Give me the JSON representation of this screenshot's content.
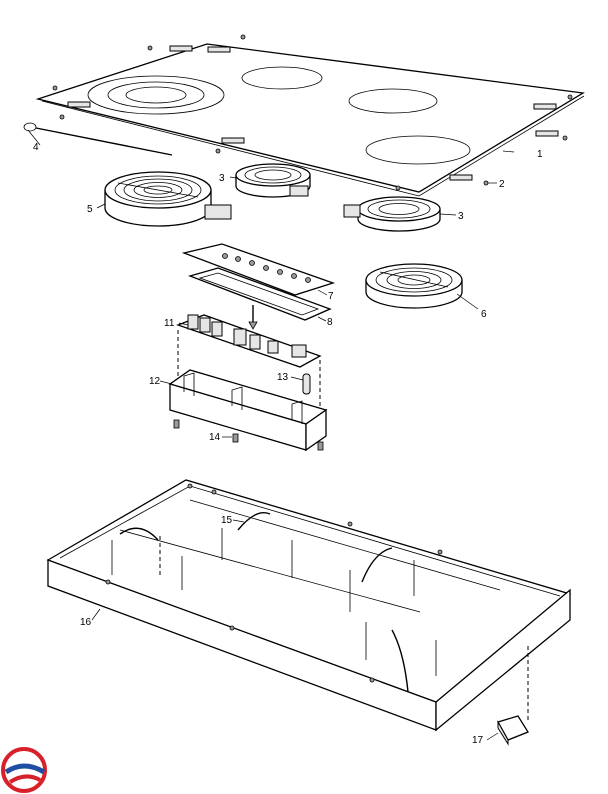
{
  "callouts": {
    "c1": "1",
    "c2": "2",
    "c3a": "3",
    "c3b": "3",
    "c4": "4",
    "c5": "5",
    "c6": "6",
    "c7": "7",
    "c8": "8",
    "c11": "11",
    "c12": "12",
    "c13": "13",
    "c14": "14",
    "c15": "15",
    "c16": "16",
    "c17": "17"
  },
  "logo": {
    "brand_colors": [
      "#d8202a",
      "#1f4fa3"
    ]
  }
}
